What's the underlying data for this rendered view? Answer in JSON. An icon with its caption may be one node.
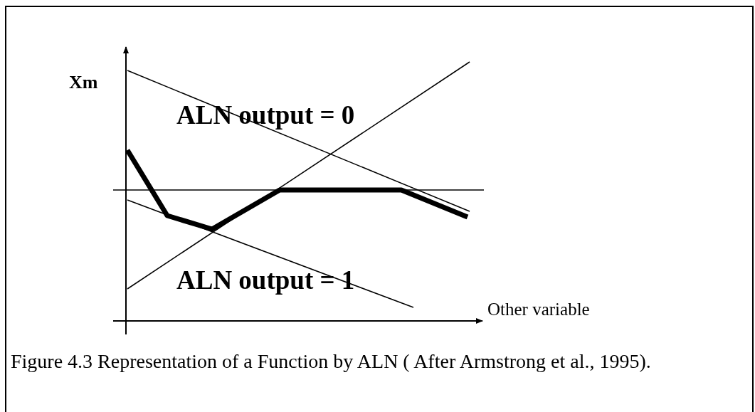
{
  "diagram": {
    "caption": "Figure 4.3 Representation of a Function by ALN ( After Armstrong et al., 1995).",
    "labels": [
      "Xm",
      "ALN output = 0",
      "ALN output = 1",
      "Other variable"
    ]
  }
}
